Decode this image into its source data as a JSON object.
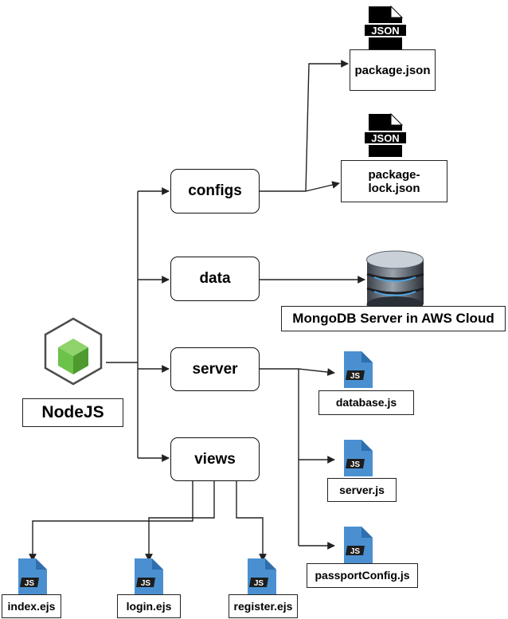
{
  "root": {
    "label": "NodeJS"
  },
  "folders": [
    {
      "id": "configs",
      "label": "configs"
    },
    {
      "id": "data",
      "label": "data"
    },
    {
      "id": "server",
      "label": "server"
    },
    {
      "id": "views",
      "label": "views"
    }
  ],
  "configs_files": [
    {
      "label": "package.json",
      "icon_text": "JSON"
    },
    {
      "label": "package-lock.json",
      "icon_text": "JSON"
    }
  ],
  "data_store": {
    "label": "MongoDB Server in AWS Cloud"
  },
  "server_files": [
    {
      "label": "database.js",
      "icon_text": "JS"
    },
    {
      "label": "server.js",
      "icon_text": "JS"
    },
    {
      "label": "passportConfig.js",
      "icon_text": "JS"
    }
  ],
  "views_files": [
    {
      "label": "index.ejs",
      "icon_text": "JS"
    },
    {
      "label": "login.ejs",
      "icon_text": "JS"
    },
    {
      "label": "register.ejs",
      "icon_text": "JS"
    }
  ],
  "colors": {
    "js_icon": "#4a90d0",
    "js_icon_dark": "#2f6fae",
    "node_green": "#6cc24a",
    "line": "#222222"
  }
}
